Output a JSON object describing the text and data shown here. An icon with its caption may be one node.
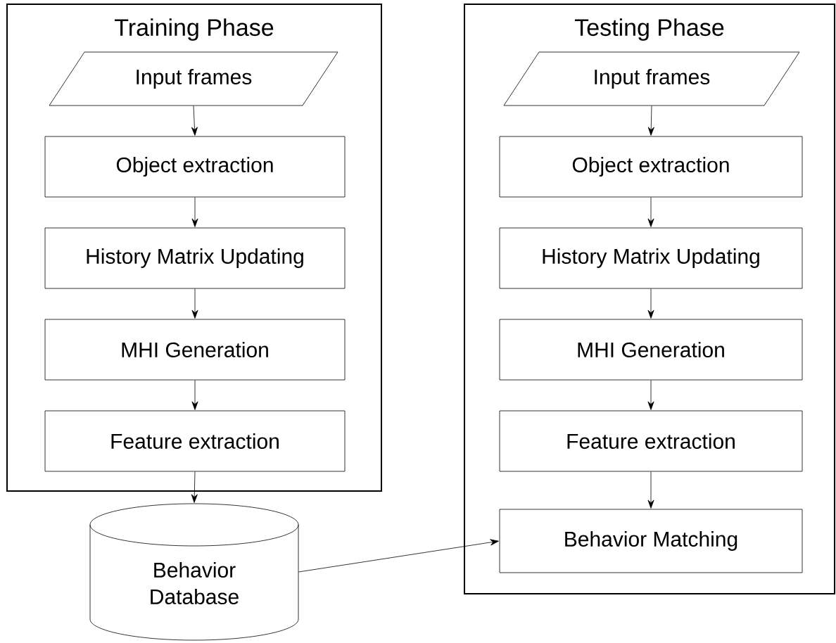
{
  "diagram": {
    "nodes": [
      {
        "text": [
          "Training Phase"
        ]
      },
      {
        "text": [
          "Input frames"
        ],
        "in": 0
      },
      {
        "text": [
          "Object extraction"
        ],
        "in": 0
      },
      {
        "text": [
          "History Matrix Updating"
        ],
        "in": 0
      },
      {
        "text": [
          "MHI Generation"
        ],
        "in": 0
      },
      {
        "text": [
          "Feature extraction"
        ],
        "in": 0
      },
      {
        "text": [
          "Behavior Database"
        ]
      },
      {
        "text": [
          "Testing Phase"
        ]
      },
      {
        "text": [
          "Input frames"
        ],
        "in": 7
      },
      {
        "text": [
          "Object extraction"
        ],
        "in": 7
      },
      {
        "text": [
          "History Matrix Updating"
        ],
        "in": 7
      },
      {
        "text": [
          "MHI Generation"
        ],
        "in": 7
      },
      {
        "text": [
          "Feature extraction"
        ],
        "in": 7
      },
      {
        "text": [
          "Behavior Matching"
        ],
        "in": 7
      }
    ],
    "edges": [
      {
        "from": 1,
        "to": 2,
        "arrow": "to"
      },
      {
        "from": 2,
        "to": 3,
        "arrow": "to"
      },
      {
        "from": 3,
        "to": 4,
        "arrow": "to"
      },
      {
        "from": 4,
        "to": 5,
        "arrow": "to"
      },
      {
        "from": 5,
        "to": 6,
        "arrow": "to"
      },
      {
        "from": 8,
        "to": 9,
        "arrow": "to"
      },
      {
        "from": 9,
        "to": 10,
        "arrow": "to"
      },
      {
        "from": 10,
        "to": 11,
        "arrow": "to"
      },
      {
        "from": 11,
        "to": 12,
        "arrow": "to"
      },
      {
        "from": 12,
        "to": 13,
        "arrow": "to"
      },
      {
        "from": 6,
        "to": 13,
        "arrow": "to"
      }
    ]
  }
}
